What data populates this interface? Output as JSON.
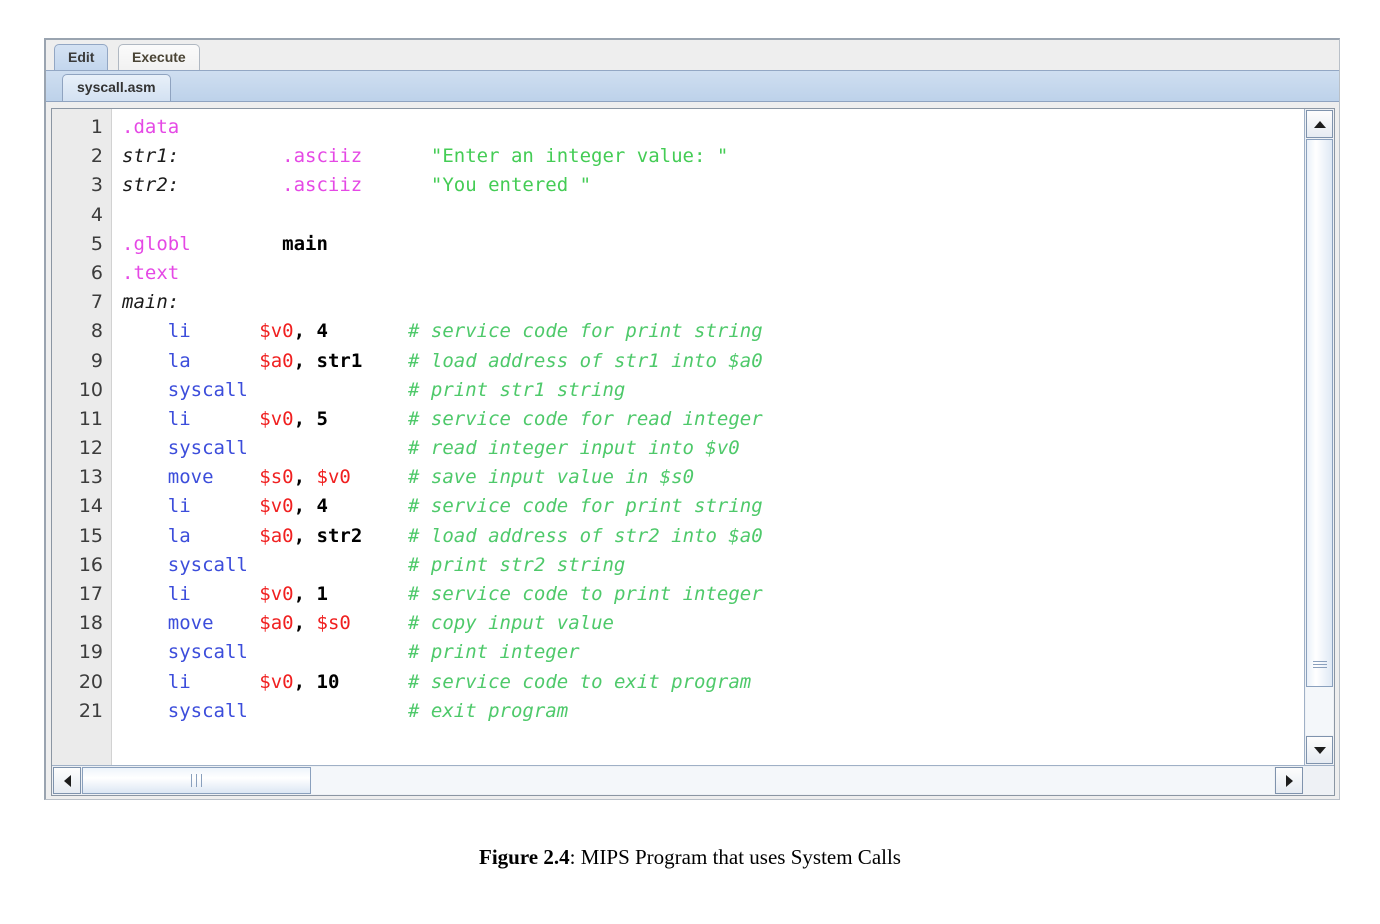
{
  "window": {
    "main_tabs": [
      {
        "label": "Edit",
        "selected": true
      },
      {
        "label": "Execute",
        "selected": false
      }
    ],
    "file_tab": {
      "label": "syscall.asm",
      "selected": true
    }
  },
  "editor": {
    "line_numbers": [
      "1",
      "2",
      "3",
      "4",
      "5",
      "6",
      "7",
      "8",
      "9",
      "10",
      "11",
      "12",
      "13",
      "14",
      "15",
      "16",
      "17",
      "18",
      "19",
      "20",
      "21"
    ],
    "lines": [
      {
        "num": "1",
        "plain": ".data",
        "tokens": [
          {
            "t": ".data",
            "c": "dir"
          }
        ]
      },
      {
        "num": "2",
        "plain": "str1:          .asciiz      \"Enter an integer value: \"",
        "tokens": [
          {
            "t": "str1:",
            "c": "label"
          },
          {
            "t": "         ",
            "c": "plain"
          },
          {
            "t": ".asciiz",
            "c": "dir"
          },
          {
            "t": "      ",
            "c": "plain"
          },
          {
            "t": "\"Enter an integer value: \"",
            "c": "str"
          }
        ]
      },
      {
        "num": "3",
        "plain": "str2:          .asciiz      \"You entered \"",
        "tokens": [
          {
            "t": "str2:",
            "c": "label"
          },
          {
            "t": "         ",
            "c": "plain"
          },
          {
            "t": ".asciiz",
            "c": "dir"
          },
          {
            "t": "      ",
            "c": "plain"
          },
          {
            "t": "\"You entered \"",
            "c": "str"
          }
        ]
      },
      {
        "num": "4",
        "plain": "",
        "tokens": []
      },
      {
        "num": "5",
        "plain": ".globl        main",
        "tokens": [
          {
            "t": ".globl",
            "c": "dir"
          },
          {
            "t": "        ",
            "c": "plain"
          },
          {
            "t": "main",
            "c": "sym"
          }
        ]
      },
      {
        "num": "6",
        "plain": ".text",
        "tokens": [
          {
            "t": ".text",
            "c": "dir"
          }
        ]
      },
      {
        "num": "7",
        "plain": "main:",
        "tokens": [
          {
            "t": "main:",
            "c": "label"
          }
        ]
      },
      {
        "num": "8",
        "plain": "    li      $v0, 4       # service code for print string",
        "tokens": [
          {
            "t": "    ",
            "c": "plain"
          },
          {
            "t": "li",
            "c": "instr"
          },
          {
            "t": "      ",
            "c": "plain"
          },
          {
            "t": "$v0",
            "c": "reg"
          },
          {
            "t": ", ",
            "c": "punc"
          },
          {
            "t": "4",
            "c": "num"
          },
          {
            "t": "       ",
            "c": "plain"
          },
          {
            "t": "# service code for print string",
            "c": "cmt"
          }
        ]
      },
      {
        "num": "9",
        "plain": "    la      $a0, str1    # load address of str1 into $a0",
        "tokens": [
          {
            "t": "    ",
            "c": "plain"
          },
          {
            "t": "la",
            "c": "instr"
          },
          {
            "t": "      ",
            "c": "plain"
          },
          {
            "t": "$a0",
            "c": "reg"
          },
          {
            "t": ", ",
            "c": "punc"
          },
          {
            "t": "str1",
            "c": "sym"
          },
          {
            "t": "    ",
            "c": "plain"
          },
          {
            "t": "# load address of str1 into $a0",
            "c": "cmt"
          }
        ]
      },
      {
        "num": "10",
        "plain": "    syscall              # print str1 string",
        "tokens": [
          {
            "t": "    ",
            "c": "plain"
          },
          {
            "t": "syscall",
            "c": "instr"
          },
          {
            "t": "              ",
            "c": "plain"
          },
          {
            "t": "# print str1 string",
            "c": "cmt"
          }
        ]
      },
      {
        "num": "11",
        "plain": "    li      $v0, 5       # service code for read integer",
        "tokens": [
          {
            "t": "    ",
            "c": "plain"
          },
          {
            "t": "li",
            "c": "instr"
          },
          {
            "t": "      ",
            "c": "plain"
          },
          {
            "t": "$v0",
            "c": "reg"
          },
          {
            "t": ", ",
            "c": "punc"
          },
          {
            "t": "5",
            "c": "num"
          },
          {
            "t": "       ",
            "c": "plain"
          },
          {
            "t": "# service code for read integer",
            "c": "cmt"
          }
        ]
      },
      {
        "num": "12",
        "plain": "    syscall              # read integer input into $v0",
        "tokens": [
          {
            "t": "    ",
            "c": "plain"
          },
          {
            "t": "syscall",
            "c": "instr"
          },
          {
            "t": "              ",
            "c": "plain"
          },
          {
            "t": "# read integer input into $v0",
            "c": "cmt"
          }
        ]
      },
      {
        "num": "13",
        "plain": "    move    $s0, $v0     # save input value in $s0",
        "tokens": [
          {
            "t": "    ",
            "c": "plain"
          },
          {
            "t": "move",
            "c": "instr"
          },
          {
            "t": "    ",
            "c": "plain"
          },
          {
            "t": "$s0",
            "c": "reg"
          },
          {
            "t": ", ",
            "c": "punc"
          },
          {
            "t": "$v0",
            "c": "reg"
          },
          {
            "t": "     ",
            "c": "plain"
          },
          {
            "t": "# save input value in $s0",
            "c": "cmt"
          }
        ]
      },
      {
        "num": "14",
        "plain": "    li      $v0, 4       # service code for print string",
        "tokens": [
          {
            "t": "    ",
            "c": "plain"
          },
          {
            "t": "li",
            "c": "instr"
          },
          {
            "t": "      ",
            "c": "plain"
          },
          {
            "t": "$v0",
            "c": "reg"
          },
          {
            "t": ", ",
            "c": "punc"
          },
          {
            "t": "4",
            "c": "num"
          },
          {
            "t": "       ",
            "c": "plain"
          },
          {
            "t": "# service code for print string",
            "c": "cmt"
          }
        ]
      },
      {
        "num": "15",
        "plain": "    la      $a0, str2    # load address of str2 into $a0",
        "tokens": [
          {
            "t": "    ",
            "c": "plain"
          },
          {
            "t": "la",
            "c": "instr"
          },
          {
            "t": "      ",
            "c": "plain"
          },
          {
            "t": "$a0",
            "c": "reg"
          },
          {
            "t": ", ",
            "c": "punc"
          },
          {
            "t": "str2",
            "c": "sym"
          },
          {
            "t": "    ",
            "c": "plain"
          },
          {
            "t": "# load address of str2 into $a0",
            "c": "cmt"
          }
        ]
      },
      {
        "num": "16",
        "plain": "    syscall              # print str2 string",
        "tokens": [
          {
            "t": "    ",
            "c": "plain"
          },
          {
            "t": "syscall",
            "c": "instr"
          },
          {
            "t": "              ",
            "c": "plain"
          },
          {
            "t": "# print str2 string",
            "c": "cmt"
          }
        ]
      },
      {
        "num": "17",
        "plain": "    li      $v0, 1       # service code to print integer",
        "tokens": [
          {
            "t": "    ",
            "c": "plain"
          },
          {
            "t": "li",
            "c": "instr"
          },
          {
            "t": "      ",
            "c": "plain"
          },
          {
            "t": "$v0",
            "c": "reg"
          },
          {
            "t": ", ",
            "c": "punc"
          },
          {
            "t": "1",
            "c": "num"
          },
          {
            "t": "       ",
            "c": "plain"
          },
          {
            "t": "# service code to print integer",
            "c": "cmt"
          }
        ]
      },
      {
        "num": "18",
        "plain": "    move    $a0, $s0     # copy input value",
        "tokens": [
          {
            "t": "    ",
            "c": "plain"
          },
          {
            "t": "move",
            "c": "instr"
          },
          {
            "t": "    ",
            "c": "plain"
          },
          {
            "t": "$a0",
            "c": "reg"
          },
          {
            "t": ", ",
            "c": "punc"
          },
          {
            "t": "$s0",
            "c": "reg"
          },
          {
            "t": "     ",
            "c": "plain"
          },
          {
            "t": "# copy input value",
            "c": "cmt"
          }
        ]
      },
      {
        "num": "19",
        "plain": "    syscall              # print integer",
        "tokens": [
          {
            "t": "    ",
            "c": "plain"
          },
          {
            "t": "syscall",
            "c": "instr"
          },
          {
            "t": "              ",
            "c": "plain"
          },
          {
            "t": "# print integer",
            "c": "cmt"
          }
        ]
      },
      {
        "num": "20",
        "plain": "    li      $v0, 10      # service code to exit program",
        "tokens": [
          {
            "t": "    ",
            "c": "plain"
          },
          {
            "t": "li",
            "c": "instr"
          },
          {
            "t": "      ",
            "c": "plain"
          },
          {
            "t": "$v0",
            "c": "reg"
          },
          {
            "t": ", ",
            "c": "punc"
          },
          {
            "t": "10",
            "c": "num"
          },
          {
            "t": "      ",
            "c": "plain"
          },
          {
            "t": "# service code to exit program",
            "c": "cmt"
          }
        ]
      },
      {
        "num": "21",
        "plain": "    syscall              # exit program",
        "tokens": [
          {
            "t": "    ",
            "c": "plain"
          },
          {
            "t": "syscall",
            "c": "instr"
          },
          {
            "t": "              ",
            "c": "plain"
          },
          {
            "t": "# exit program",
            "c": "cmt"
          }
        ]
      }
    ]
  },
  "scrollbars": {
    "vertical": {
      "up_icon": "triangle-up-icon",
      "down_icon": "triangle-down-icon",
      "thumb_grip": "grip-icon"
    },
    "horizontal": {
      "left_icon": "triangle-left-icon",
      "right_icon": "triangle-right-icon",
      "thumb_grip": "grip-icon"
    }
  },
  "caption": {
    "figure_label": "Figure 2.4",
    "separator": ": ",
    "text": "MIPS Program that uses System Calls"
  },
  "colors": {
    "directive": "#e548e5",
    "instruction": "#3c4ddb",
    "register": "#f02020",
    "string": "#44cc55",
    "comment": "#4ec96a",
    "number": "#000000",
    "tab_selected": "#c3d6ed",
    "gutter": "#ebebeb"
  }
}
